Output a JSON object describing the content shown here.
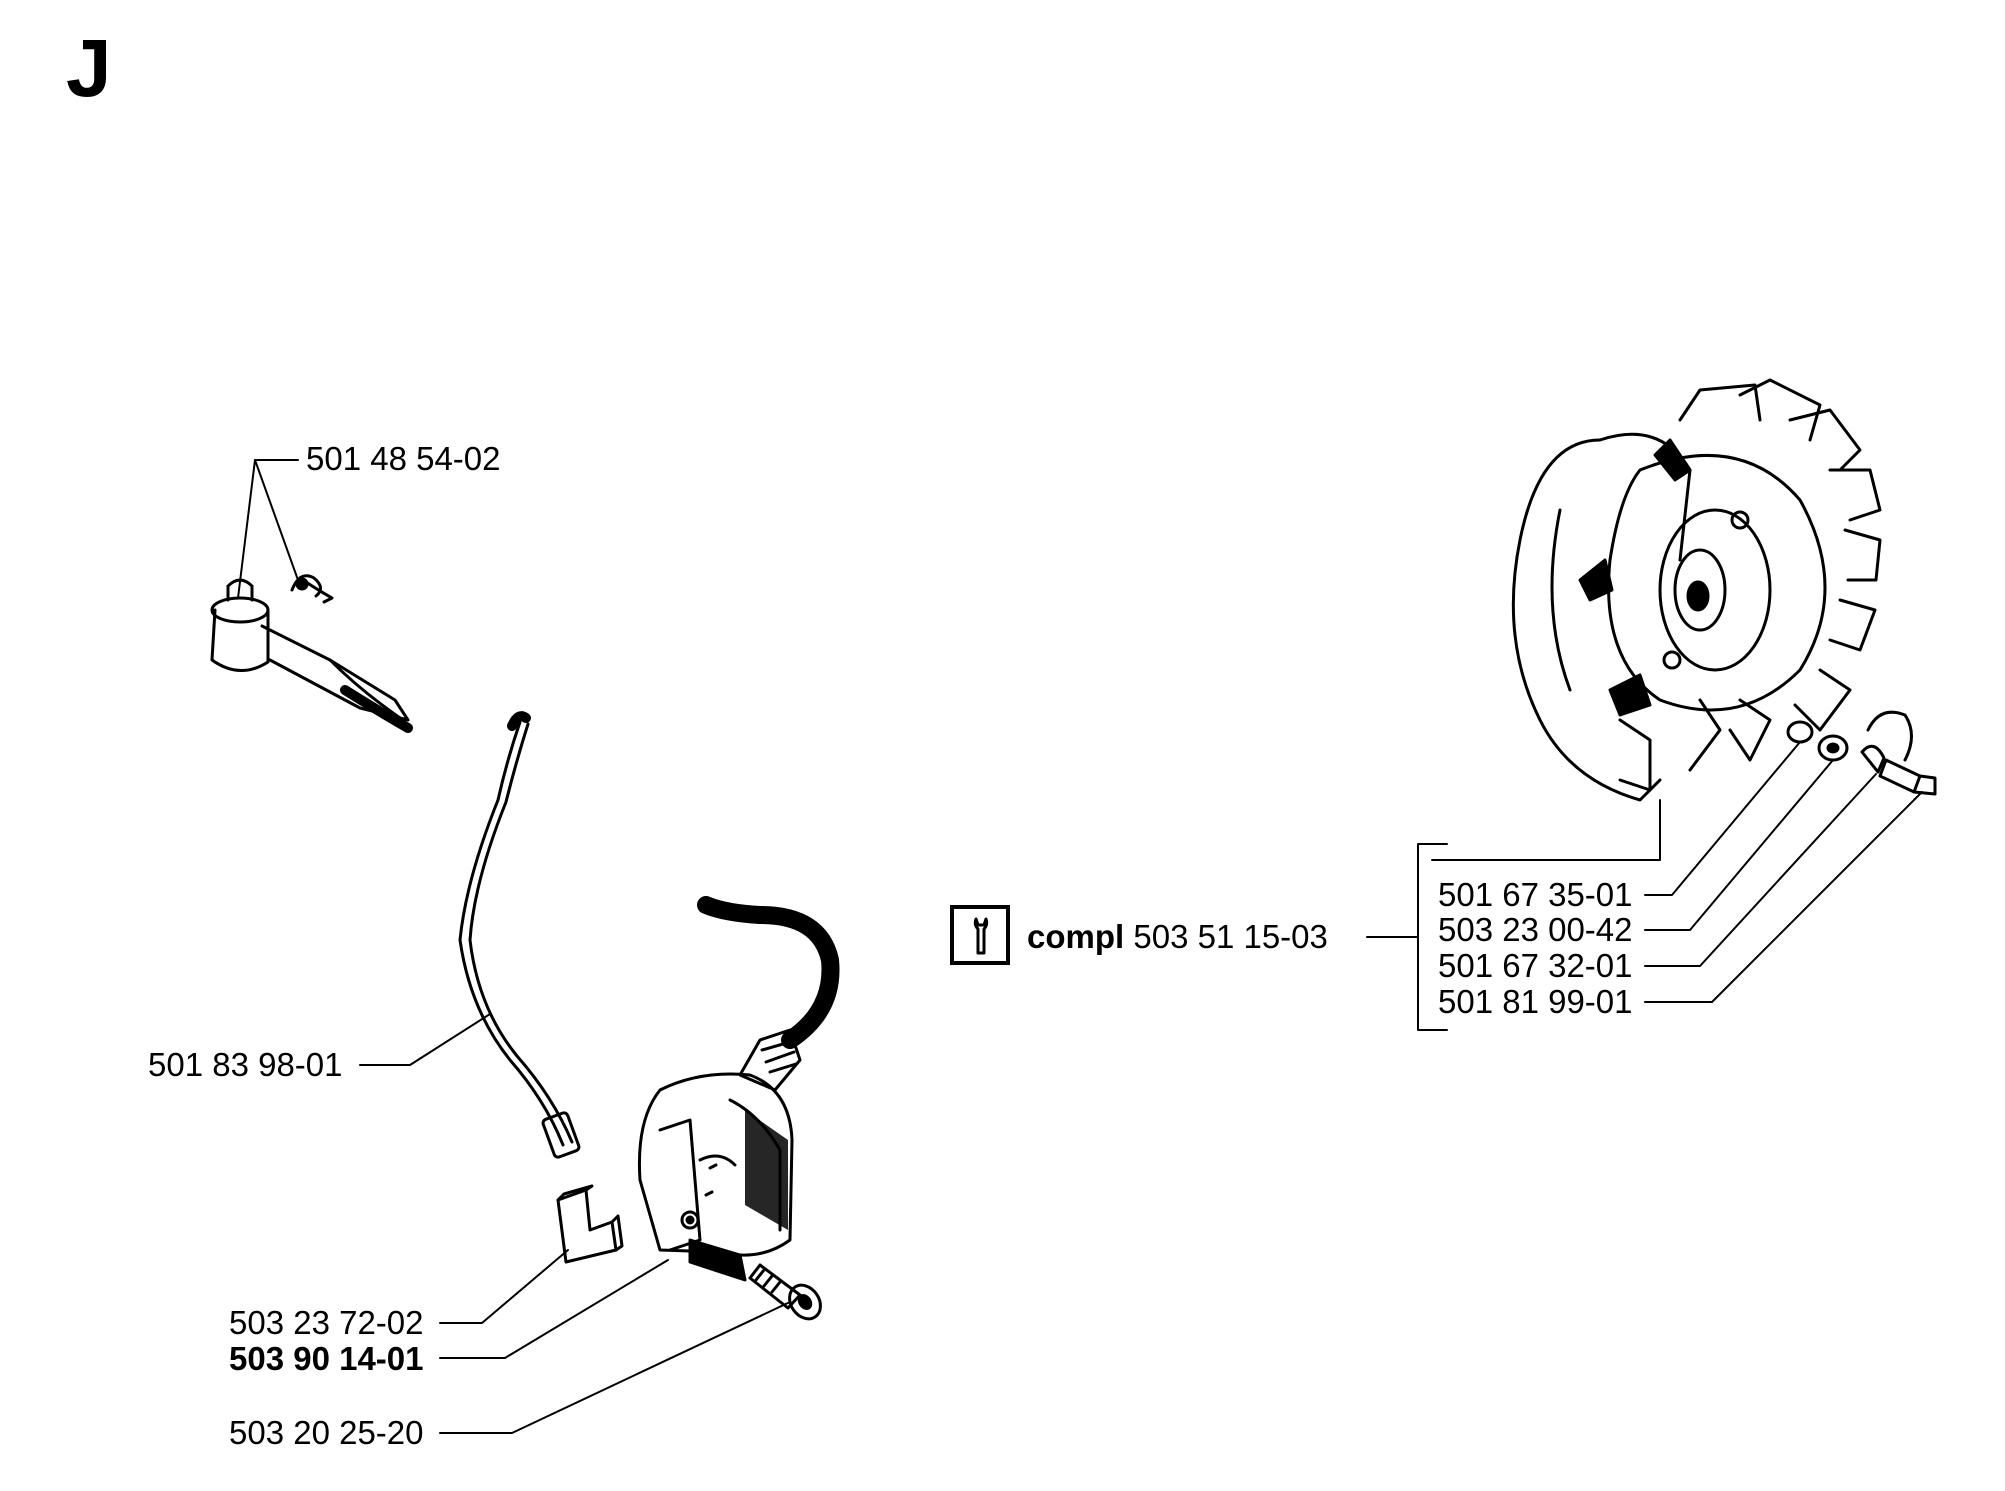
{
  "section_letter": "J",
  "parts": {
    "p1": "501 48 54-02",
    "p2": "501 83 98-01",
    "p3": "503 23 72-02",
    "p4": "503 90 14-01",
    "p5": "503 20 25-20",
    "p6": "501 67 35-01",
    "p7": "503 23 00-42",
    "p8": "501 67 32-01",
    "p9": "501 81 99-01"
  },
  "compl": {
    "word": "compl",
    "number": "503 51 15-03",
    "icon": "wrench-icon"
  }
}
